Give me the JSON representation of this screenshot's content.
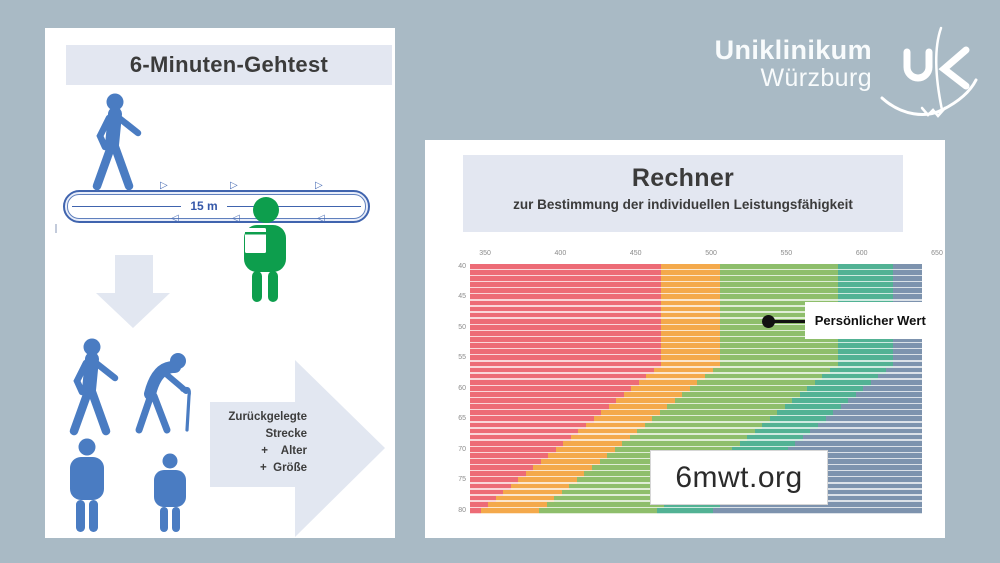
{
  "background_color": "#a9bac5",
  "logo": {
    "line1": "Uniklinikum",
    "line2": "Würzburg",
    "color": "#ffffff"
  },
  "left_panel": {
    "title": "6-Minuten-Gehtest",
    "track_label": "15 m",
    "formula_lines": [
      "Zurückgelegte",
      "Strecke",
      "+    Alter",
      "+  Größe"
    ],
    "icon_colors": {
      "person_blue": "#4a7cc2",
      "examiner_green": "#0d9e4d",
      "track_blue": "#4064ae",
      "arrow_gray": "#e2e7f1"
    }
  },
  "right_panel": {
    "title": "Rechner",
    "subtitle": "zur Bestimmung der individuellen Leistungsfähigkeit"
  },
  "chart_data": {
    "type": "bar",
    "orientation": "horizontal-stacked",
    "title": "",
    "xlabel": "",
    "ylabel": "",
    "x_domain": [
      340,
      650
    ],
    "bar_start": 340,
    "bar_end": 640,
    "x_ticks": [
      350,
      400,
      450,
      500,
      550,
      600,
      650
    ],
    "y_ticks": [
      40,
      45,
      50,
      55,
      60,
      65,
      70,
      75,
      80
    ],
    "zone_colors": [
      "#ed6b76",
      "#f4a94b",
      "#8ebe6b",
      "#52b294",
      "#7d93ae"
    ],
    "rows": [
      {
        "age": 40,
        "bounds": [
          467,
          506,
          584,
          621
        ]
      },
      {
        "age": 41,
        "bounds": [
          467,
          506,
          584,
          621
        ]
      },
      {
        "age": 42,
        "bounds": [
          467,
          506,
          584,
          621
        ]
      },
      {
        "age": 43,
        "bounds": [
          467,
          506,
          584,
          621
        ]
      },
      {
        "age": 44,
        "bounds": [
          467,
          506,
          584,
          621
        ]
      },
      {
        "age": 45,
        "bounds": [
          467,
          506,
          584,
          621
        ]
      },
      {
        "age": 46,
        "bounds": [
          467,
          506,
          584,
          621
        ]
      },
      {
        "age": 47,
        "bounds": [
          467,
          506,
          584,
          621
        ]
      },
      {
        "age": 48,
        "bounds": [
          467,
          506,
          584,
          621
        ]
      },
      {
        "age": 49,
        "bounds": [
          467,
          506,
          584,
          621
        ]
      },
      {
        "age": 50,
        "bounds": [
          467,
          506,
          584,
          621
        ]
      },
      {
        "age": 51,
        "bounds": [
          467,
          506,
          584,
          621
        ]
      },
      {
        "age": 52,
        "bounds": [
          467,
          506,
          584,
          621
        ]
      },
      {
        "age": 53,
        "bounds": [
          467,
          506,
          584,
          621
        ]
      },
      {
        "age": 54,
        "bounds": [
          467,
          506,
          584,
          621
        ]
      },
      {
        "age": 55,
        "bounds": [
          467,
          506,
          584,
          621
        ]
      },
      {
        "age": 56,
        "bounds": [
          467,
          506,
          584,
          621
        ]
      },
      {
        "age": 57,
        "bounds": [
          462,
          501,
          579,
          616
        ]
      },
      {
        "age": 58,
        "bounds": [
          457,
          496,
          574,
          611
        ]
      },
      {
        "age": 59,
        "bounds": [
          452,
          491,
          569,
          606
        ]
      },
      {
        "age": 60,
        "bounds": [
          447,
          486,
          564,
          601
        ]
      },
      {
        "age": 61,
        "bounds": [
          442,
          481,
          559,
          596
        ]
      },
      {
        "age": 62,
        "bounds": [
          437,
          476,
          554,
          591
        ]
      },
      {
        "age": 63,
        "bounds": [
          432,
          471,
          549,
          586
        ]
      },
      {
        "age": 64,
        "bounds": [
          427,
          466,
          544,
          581
        ]
      },
      {
        "age": 65,
        "bounds": [
          422,
          461,
          539,
          576
        ]
      },
      {
        "age": 66,
        "bounds": [
          417,
          456,
          534,
          571
        ]
      },
      {
        "age": 67,
        "bounds": [
          412,
          451,
          529,
          566
        ]
      },
      {
        "age": 68,
        "bounds": [
          407,
          446,
          524,
          561
        ]
      },
      {
        "age": 69,
        "bounds": [
          402,
          441,
          519,
          556
        ]
      },
      {
        "age": 70,
        "bounds": [
          397,
          436,
          514,
          551
        ]
      },
      {
        "age": 71,
        "bounds": [
          392,
          431,
          509,
          546
        ]
      },
      {
        "age": 72,
        "bounds": [
          387,
          426,
          504,
          541
        ]
      },
      {
        "age": 73,
        "bounds": [
          382,
          421,
          499,
          536
        ]
      },
      {
        "age": 74,
        "bounds": [
          377,
          416,
          494,
          531
        ]
      },
      {
        "age": 75,
        "bounds": [
          372,
          411,
          489,
          526
        ]
      },
      {
        "age": 76,
        "bounds": [
          367,
          406,
          484,
          521
        ]
      },
      {
        "age": 77,
        "bounds": [
          362,
          401,
          479,
          516
        ]
      },
      {
        "age": 78,
        "bounds": [
          357,
          396,
          474,
          511
        ]
      },
      {
        "age": 79,
        "bounds": [
          352,
          391,
          469,
          506
        ]
      },
      {
        "age": 80,
        "bounds": [
          347,
          386,
          464,
          501
        ]
      }
    ],
    "annotation": {
      "label": "Persönlicher Wert",
      "distance_m": 538,
      "age": 49
    },
    "watermark": "6mwt.org"
  }
}
